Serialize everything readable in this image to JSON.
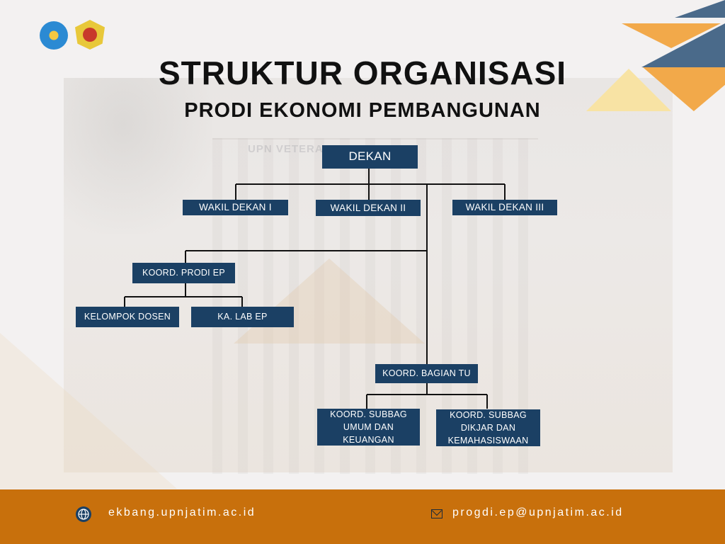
{
  "header": {
    "title": "STRUKTUR ORGANISASI",
    "subtitle": "PRODI EKONOMI PEMBANGUNAN"
  },
  "background": {
    "building_sign": "UPN VETERAN JAWA TIMUR"
  },
  "org_chart": {
    "dekan": "DEKAN",
    "wakil_dekan_1": "WAKIL DEKAN I",
    "wakil_dekan_2": "WAKIL DEKAN II",
    "wakil_dekan_3": "WAKIL DEKAN III",
    "koord_prodi": "KOORD. PRODI EP",
    "kelompok_dosen": "KELOMPOK DOSEN",
    "ka_lab": "KA. LAB EP",
    "koord_tu": "KOORD. BAGIAN TU",
    "subbag_umum": "KOORD. SUBBAG UMUM DAN KEUANGAN",
    "subbag_dikjar": "KOORD. SUBBAG DIKJAR DAN KEMAHASISWAAN"
  },
  "footer": {
    "website": "ekbang.upnjatim.ac.id",
    "website_icon": "globe-icon",
    "email": "progdi.ep@upnjatim.ac.id",
    "email_icon": "mail-icon"
  },
  "colors": {
    "box": "#1b4064",
    "footer": "#c8700c",
    "accent_blue": "#4a6a8a",
    "accent_orange": "#f2a94a",
    "accent_yellow": "#f8e3a4"
  }
}
